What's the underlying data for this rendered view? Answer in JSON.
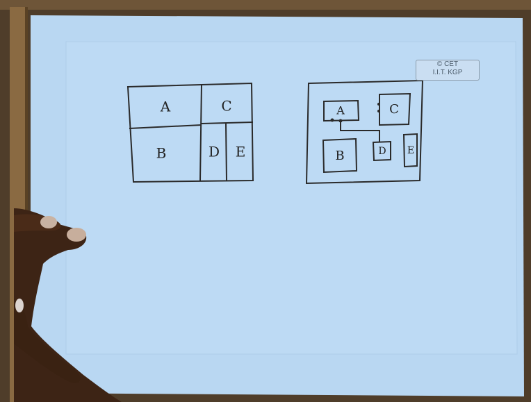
{
  "watermark": {
    "line1": "© CET",
    "line2": "I.I.T. KGP"
  },
  "left_diagram": {
    "blocks": [
      "A",
      "B",
      "C",
      "D",
      "E"
    ]
  },
  "right_diagram": {
    "blocks": [
      "A",
      "B",
      "C",
      "D",
      "E"
    ]
  },
  "colors": {
    "paper": "#b9d7f2",
    "ink": "#2a2a2a",
    "board": "#5a4630",
    "skin": "#3d2415"
  }
}
